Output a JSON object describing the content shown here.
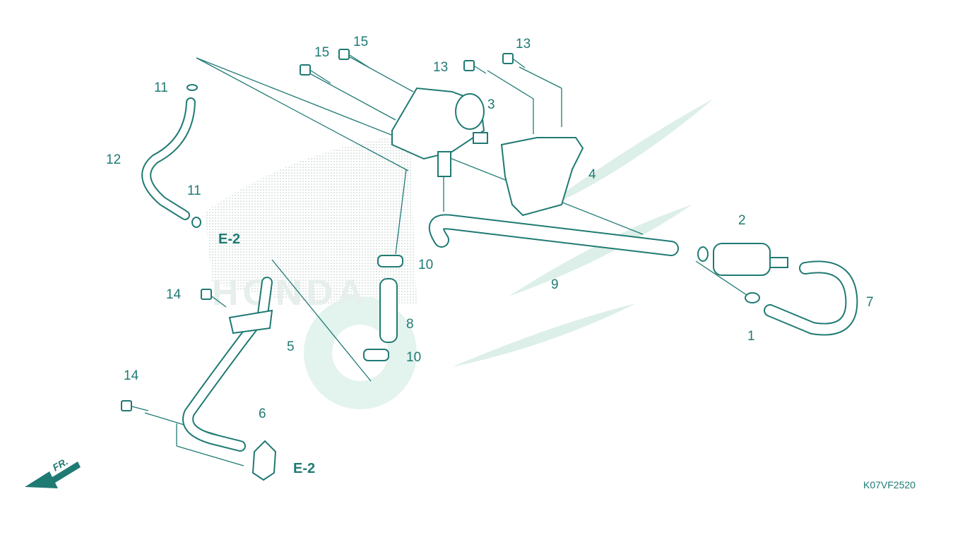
{
  "colors": {
    "ink": "#1f7a73",
    "watermark": "#d9efe7"
  },
  "watermark": {
    "text": "HONDA"
  },
  "callouts": {
    "c1": "1",
    "c2": "2",
    "c3": "3",
    "c4": "4",
    "c5": "5",
    "c6": "6",
    "c7": "7",
    "c8": "8",
    "c9": "9",
    "c10a": "10",
    "c10b": "10",
    "c11a": "11",
    "c11b": "11",
    "c12": "12",
    "c13a": "13",
    "c13b": "13",
    "c14a": "14",
    "c14b": "14",
    "c15a": "15",
    "c15b": "15"
  },
  "refs": {
    "e2a": "E-2",
    "e2b": "E-2"
  },
  "direction": {
    "label": "FR."
  },
  "diagram_code": "K07VF2520"
}
